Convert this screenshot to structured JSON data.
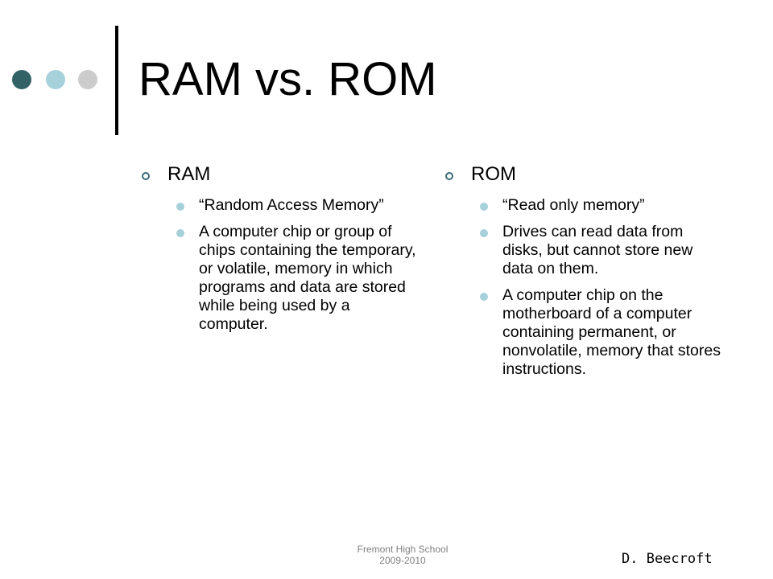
{
  "colors": {
    "dot_dark": "#326166",
    "dot_teal": "#a6d0da",
    "dot_gray": "#cccccc",
    "bullet_fill": "#a6d0da",
    "bullet_outline": "#3c6a78"
  },
  "title": "RAM vs. ROM",
  "ram": {
    "heading": "RAM",
    "items": [
      "“Random Access Memory”",
      "A computer chip or group of chips containing the temporary, or volatile, memory in which programs and data are stored while being used by a computer."
    ]
  },
  "rom": {
    "heading": "ROM",
    "items": [
      "“Read only memory”",
      "Drives can read data from disks, but cannot store new data on them.",
      "A computer chip on the motherboard of a computer containing permanent, or nonvolatile, memory that stores instructions."
    ]
  },
  "footer": {
    "school": "Fremont High School",
    "year": "2009-2010"
  },
  "author": "D. Beecroft"
}
